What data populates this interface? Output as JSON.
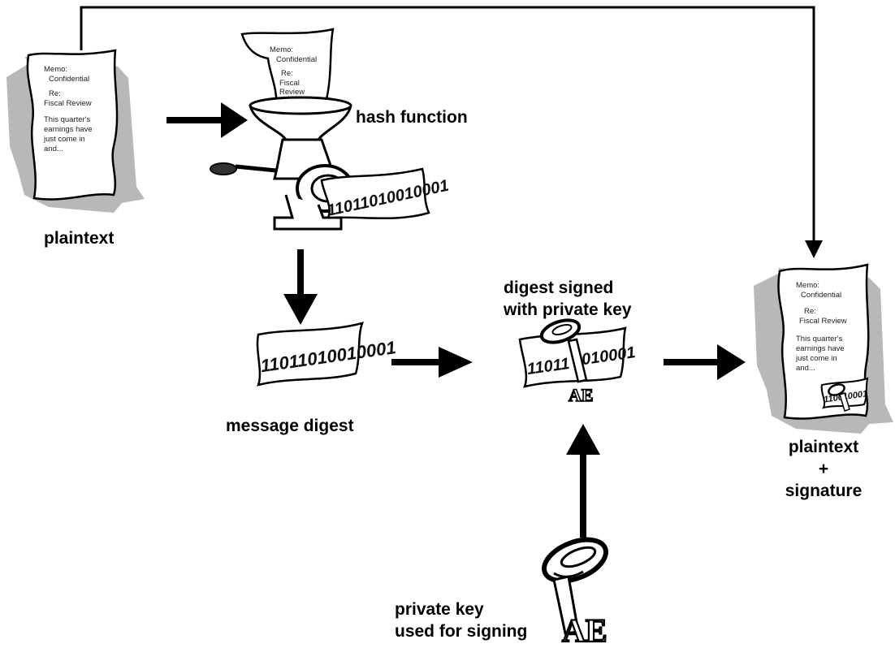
{
  "labels": {
    "plaintext": "plaintext",
    "hash_function": "hash function",
    "message_digest": "message digest",
    "digest_signed_1": "digest signed",
    "digest_signed_2": "with private key",
    "out_1": "plaintext",
    "out_2": "+",
    "out_3": "signature",
    "private_key_1": "private key",
    "private_key_2": "used for signing"
  },
  "memo": {
    "line1": "Memo:",
    "line2": "Confidential",
    "line3": "Re:",
    "line4": "Fiscal Review",
    "line5": "This quarter's",
    "line6": "earnings have",
    "line7": "just come in",
    "line8": "and..."
  },
  "funnel_memo": {
    "line1": "Memo:",
    "line2": "Confidential",
    "line3": "Re:",
    "line4": "Fiscal",
    "line5": "Review"
  },
  "bits": {
    "grinder_out": "11011010010001",
    "digest": "11011010010001",
    "signed_left": "11011",
    "signed_right": "010001",
    "signature": "110010001"
  },
  "key_letters": "AE",
  "colors": {
    "shadow": "#b8b8b8",
    "ink": "#000000",
    "paper": "#ffffff"
  }
}
